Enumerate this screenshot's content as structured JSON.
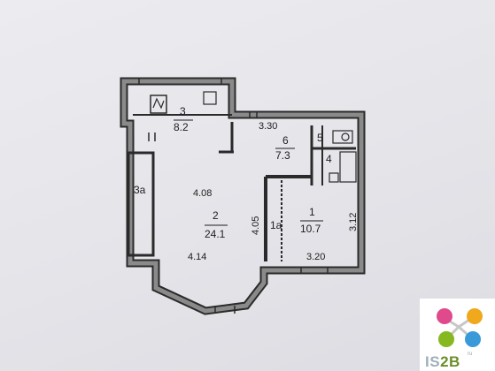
{
  "rooms": [
    {
      "number": "3",
      "area": "8.2"
    },
    {
      "number": "6",
      "area": "7.3"
    },
    {
      "number": "5",
      "area": ""
    },
    {
      "number": "4",
      "area": ""
    },
    {
      "number": "3а",
      "area": ""
    },
    {
      "number": "2",
      "area": "24.1"
    },
    {
      "number": "1а",
      "area": ""
    },
    {
      "number": "1",
      "area": "10.7"
    }
  ],
  "dimensions": [
    "3.30",
    "4.08",
    "4.05",
    "3.12",
    "4.14",
    "3.20"
  ],
  "watermark": {
    "prefix": "IS",
    "number": "2B",
    "suffix": "ru",
    "colors": [
      "#e04a8c",
      "#f0a81c",
      "#86b81f",
      "#3a9ad9"
    ]
  },
  "colors": {
    "wall": "#7a7a7a",
    "wall_stroke": "#2a2a2a",
    "paper": "#e9e9ec"
  }
}
